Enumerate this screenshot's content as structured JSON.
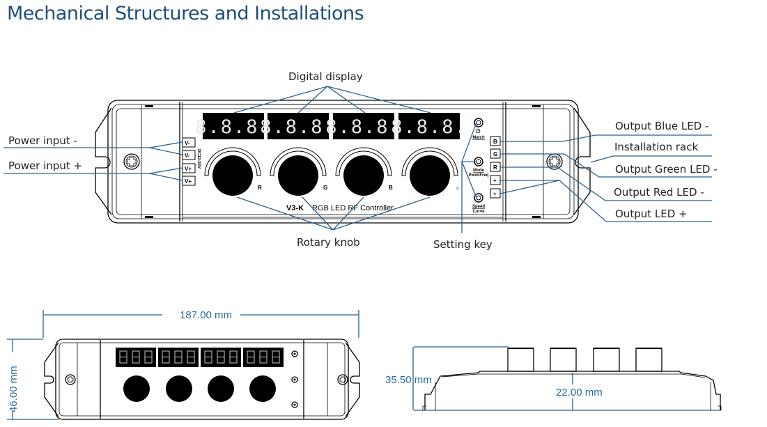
{
  "title": "Mechanical Structures and Installations",
  "colors": {
    "accent": "#1f4e7c",
    "leader": "#2b5f8f",
    "dimension": "#2b6aa0"
  },
  "callouts": {
    "digital_display": "Digital display",
    "power_input_minus": "Power input -",
    "power_input_plus": "Power input +",
    "rotary_knob": "Rotary knob",
    "setting_key": "Setting key",
    "output_blue": "Output Blue LED -",
    "installation_rack": "Installation rack",
    "output_green": "Output Green LED -",
    "output_red": "Output Red LED -",
    "output_led_plus": "Output LED +"
  },
  "device": {
    "display_digits": [
      "8.8.8.",
      "8.8.8.",
      "8.8.8.",
      "8.8.8."
    ],
    "input_terminals": [
      "V-",
      "V-",
      "V+",
      "V+"
    ],
    "voltage_label": "DC12-24V",
    "output_terminals": [
      "B",
      "G",
      "R",
      "+",
      "+"
    ],
    "knob_labels": [
      "R",
      "G",
      "B",
      "☼"
    ],
    "model": "V3-K",
    "product_name": "RGB LED RF Controller",
    "keys": [
      {
        "icon": "power-icon",
        "glyph": "⏻",
        "line1": "Match",
        "line2": ""
      },
      {
        "icon": "",
        "glyph": "",
        "line1": "Mode",
        "line2": "Pwm/Freq"
      },
      {
        "icon": "",
        "glyph": "",
        "line1": "Speed",
        "line2": "Curve"
      }
    ]
  },
  "dimensions": {
    "length": "187.00 mm",
    "width": "46.00 mm",
    "height_total": "35.50 mm",
    "height_body": "22.00 mm"
  }
}
